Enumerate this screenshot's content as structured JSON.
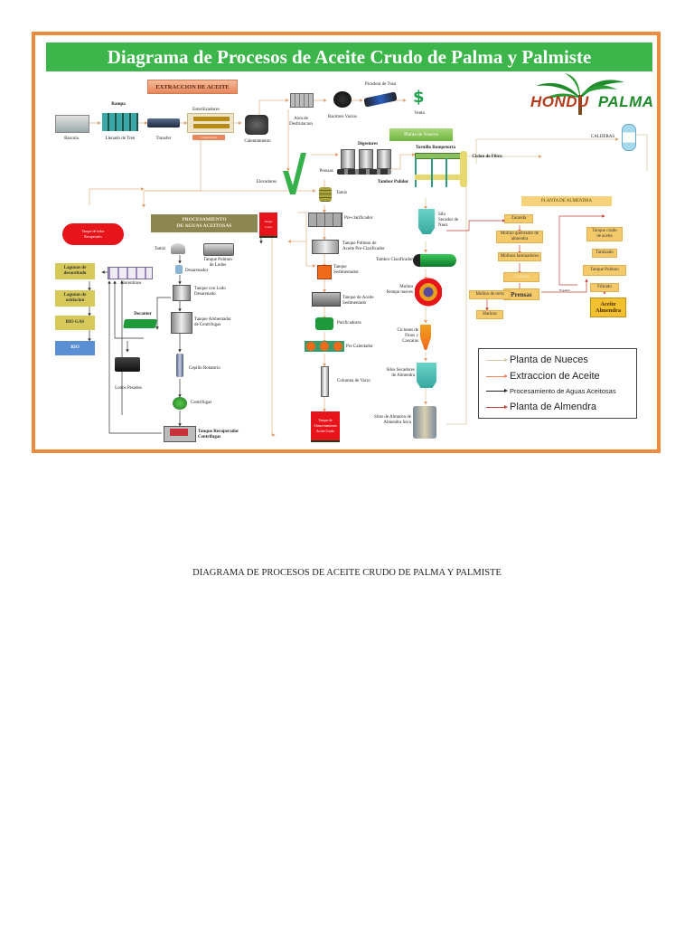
{
  "diagram": {
    "title": "Diagrama de Procesos de Aceite Crudo de Palma y Palmiste",
    "logo": {
      "left": "HONDU",
      "right": "PALMA"
    },
    "colors": {
      "frame": "#f08a3c",
      "title_bg": "#3cb54a",
      "palm_green": "#1e8a2a",
      "logo_red": "#b53a1c",
      "red_tank": "#e8141c",
      "nuts_green": "#7ab648",
      "almond_yellow": "#f3c96a",
      "water_olive": "#8c8750"
    },
    "sections": {
      "extraction": "EXTRACCION DE ACEITE",
      "water": [
        "PROCESAMIENTO",
        "DE AGUAS ACEITOSAS"
      ],
      "nuts": "Planta de Nueces",
      "almond": "PLANTA DE ALMENDRA"
    },
    "extraction_nodes": {
      "bascula": "Bascula",
      "rampa": "Rampa",
      "llenado": "Llenado de Tren",
      "transfer": "Transfer",
      "esterilizadores": "Esterilizadores",
      "condensados": "Condensados",
      "calentamiento": "Calentamiento",
      "area_desfrutacion": [
        "Area de",
        "Desfrutacion"
      ],
      "racimos_vacios": "Racimos Vacios",
      "picadora": "Picadora de Tusa",
      "venta": "Venta",
      "elevadores": "Elevadores",
      "digestores": "Digestores",
      "prensas": "Prensas",
      "tambor_pulidor": "Tambor Pulidor",
      "tamiz": "Tamiz",
      "pre_clarificador": "Pre-clarificador",
      "tanque_pulmon_pre": [
        "Tanque Pulmon de",
        "Aceite Pre-Clarificador"
      ],
      "tanque_sedimentador": [
        "Tanque",
        "Sedimentador"
      ],
      "tanque_aceite_sedimentado": [
        "Tanque de Aceite",
        "Sedimentado"
      ],
      "purificadores": "Purificadores",
      "pre_calentador": "Pre Calentador",
      "columna_vacio": "Columna de Vacio",
      "tanque_almacenamiento": [
        "Tanque de",
        "Almacenamiento",
        "Aceite Crudo"
      ]
    },
    "nuts_nodes": {
      "tornillo": "Tornillo Rompetorta",
      "ciclon_fibra": "Ciclon de Fibra",
      "calderas": "CALDERAS",
      "silo_secador": [
        "Silo",
        "Secador de",
        "Nuez"
      ],
      "tambor_clasificador": "Tambor Clasificador",
      "molino": [
        "Molino",
        "Rompe nueces"
      ],
      "ciclones": [
        "Ciclones de",
        "Finos y",
        "Cascaras"
      ],
      "silos_secadores_almendra": [
        "Silos Secadores",
        "de Almendra"
      ],
      "silos_almacen": [
        "Silos de Almacen de",
        "Almendra Seca"
      ]
    },
    "almond_nodes": {
      "zaranda": "Zaranda",
      "molino_quebrador": [
        "Molino quebrador de",
        "almendra"
      ],
      "molinos_laminadores": "Molinos laminadores",
      "cocinas": "Cocinas",
      "prensas": "Prensas",
      "molino_torta": "Molino de torta",
      "harinas": "Harinas",
      "tanque_crudo": [
        "Tanque crudo",
        "de aceite"
      ],
      "tamizado": "Tamizado",
      "tanque_pulmon": "Tanque Pulmon",
      "filtrado": "Filtrado",
      "aceite_almendra": [
        "Aceite",
        "Almendra"
      ],
      "expeller": "Expeller"
    },
    "water_nodes": {
      "tanque_lodos_recuperados": [
        "Tanque de lodos",
        "Recuperados"
      ],
      "tanque_lodos": [
        "Tanque",
        "Lodos"
      ],
      "tamiz": "Tamiz",
      "tanque_pulmon_lodos": [
        "Tanque Pulmon",
        "de Lodos"
      ],
      "desarenador": "Desarenador",
      "tanque_lodo_desarenado": [
        "Tanque con Lodo",
        "Desarenado"
      ],
      "tanque_alimentador": [
        "Tanque Alimentador",
        "de Centrifugas"
      ],
      "decanter": "Decanter",
      "filtro_rotatorio": "Cepillo Rotatorio",
      "centrifugas": "Centrifugas",
      "lodos_pesados": "Lodos Pesados",
      "tanque_recuperador": "Tanque Recuperador Centrifugas",
      "florentinos": "Florentinos",
      "laguna_desaceitado": [
        "Lagunas de",
        "desaceitado"
      ],
      "laguna_oxidacion": [
        "Lagunas de",
        "oxidacion"
      ],
      "biogas": "BIO GAS",
      "rio": "RIO"
    },
    "legend": {
      "items": [
        {
          "label": "Planta de Nueces",
          "color": "#d8c9a0"
        },
        {
          "label": "Extraccion de Aceite",
          "color": "#f08a5c"
        },
        {
          "label": "Procesamiento de Aguas Aceitosas",
          "color": "#222222"
        },
        {
          "label": "Planta de Almendra",
          "color": "#c0403a"
        }
      ]
    }
  },
  "caption": "DIAGRAMA DE PROCESOS DE ACEITE CRUDO DE PALMA Y PALMISTE"
}
